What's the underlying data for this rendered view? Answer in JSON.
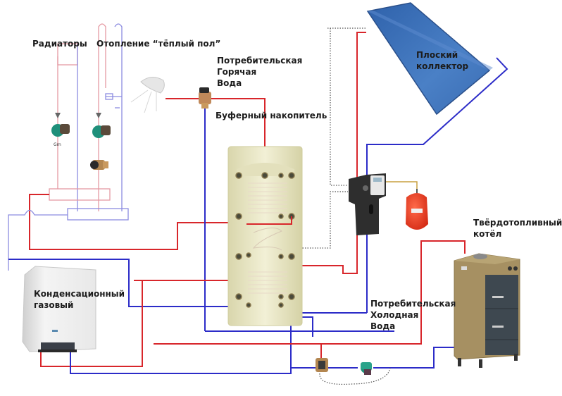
{
  "labels": {
    "radiators": "Радиаторы",
    "floor_heating": "Отопление “тёплый пол”",
    "hot_water": [
      "Потребительская",
      "Горячая",
      "Вода"
    ],
    "buffer_tank": "Буферный накопитель",
    "flat_collector": [
      "Плоский",
      "коллектор"
    ],
    "solid_fuel_boiler": [
      "Твёрдотопливный",
      "котёл"
    ],
    "gas_boiler": [
      "Конденсационный",
      "газовый"
    ],
    "cold_water": [
      "Потребительская",
      "Холодная",
      "Вода"
    ]
  },
  "colors": {
    "hot_pipe": "#d8262b",
    "cold_pipe": "#2c2cc8",
    "collector": "#3f72b8",
    "tank": "#e9e6c4",
    "boiler": "#a69062",
    "expansion_tank": "#e23a22",
    "pump": "#1f8f7a"
  }
}
